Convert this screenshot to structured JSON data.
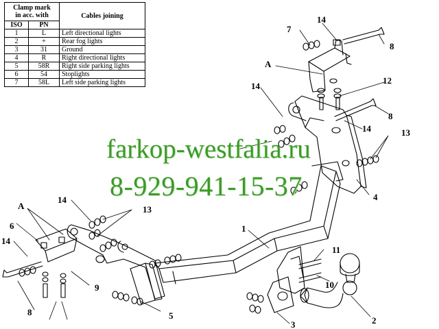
{
  "legend": {
    "header_clamp": [
      "Clamp mark",
      "in acc. with"
    ],
    "header_cables": "Cables joining",
    "col_iso": "ISO",
    "col_pn": "PN",
    "rows": [
      {
        "iso": "1",
        "pn": "L",
        "desc": "Left directional lights"
      },
      {
        "iso": "2",
        "pn": "+",
        "desc": "Rear fog lights"
      },
      {
        "iso": "3",
        "pn": "31",
        "desc": "Ground"
      },
      {
        "iso": "4",
        "pn": "R",
        "desc": "Right directional lights"
      },
      {
        "iso": "5",
        "pn": "58R",
        "desc": "Right side parking lights"
      },
      {
        "iso": "6",
        "pn": "54",
        "desc": "Stoplights"
      },
      {
        "iso": "7",
        "pn": "58L",
        "desc": "Left side parking lights"
      }
    ]
  },
  "watermark": {
    "site": "farkop-westfalia.ru",
    "phone": "8-929-941-15-37"
  },
  "callouts": {
    "part_1": "1",
    "part_2": "2",
    "part_3": "3",
    "part_4": "4",
    "part_5": "5",
    "part_6": "6",
    "part_7": "7",
    "part_8a": "8",
    "part_8b": "8",
    "part_8c": "8",
    "part_9": "9",
    "part_10": "10",
    "part_11": "11",
    "part_12": "12",
    "part_13a": "13",
    "part_13b": "13",
    "part_14a": "14",
    "part_14b": "14",
    "part_14c": "14",
    "part_14d": "14",
    "part_14e": "14",
    "detail_a1": "A",
    "detail_a2": "A"
  },
  "colors": {
    "line": "#000000",
    "watermark": "#3b9b28"
  }
}
